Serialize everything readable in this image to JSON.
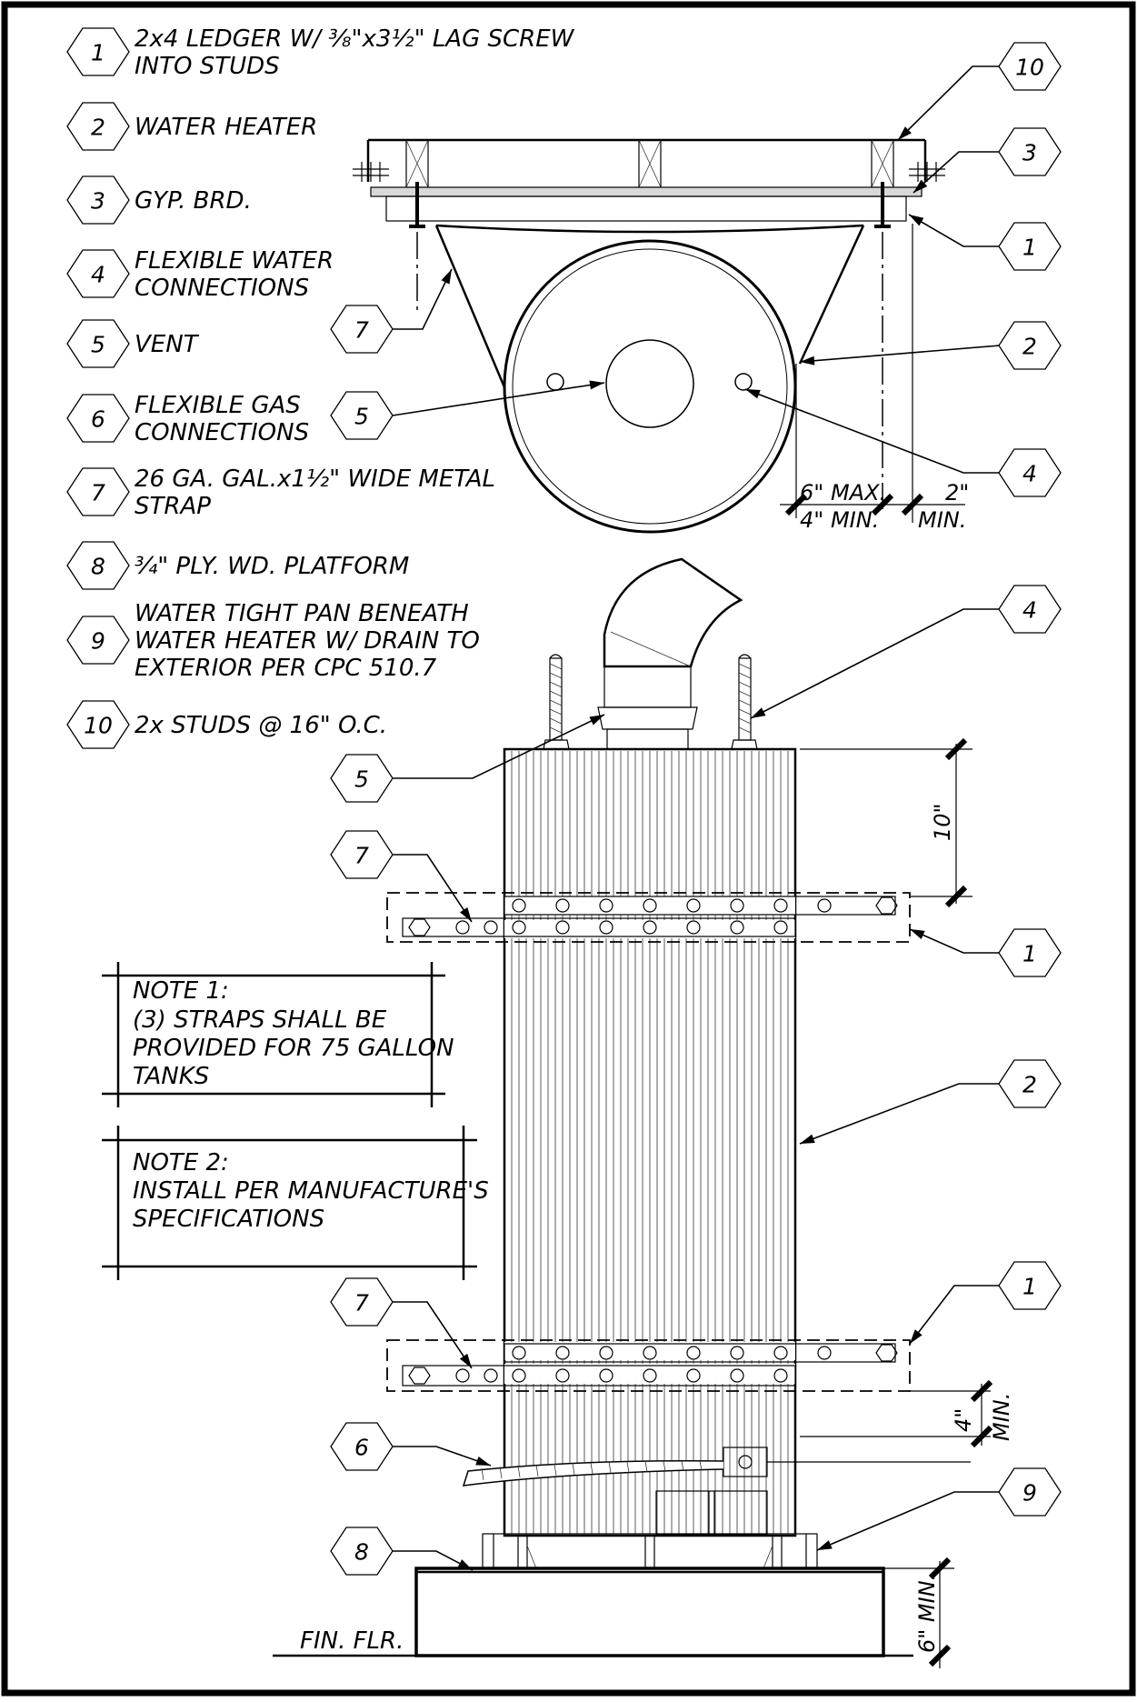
{
  "legend": [
    {
      "num": "1",
      "lines": [
        "2x4 LEDGER W/ ⅜\"x3½\" LAG SCREW",
        "INTO STUDS"
      ]
    },
    {
      "num": "2",
      "lines": [
        "WATER HEATER"
      ]
    },
    {
      "num": "3",
      "lines": [
        "GYP. BRD."
      ]
    },
    {
      "num": "4",
      "lines": [
        "FLEXIBLE WATER",
        "CONNECTIONS"
      ]
    },
    {
      "num": "5",
      "lines": [
        "VENT"
      ]
    },
    {
      "num": "6",
      "lines": [
        "FLEXIBLE GAS",
        "CONNECTIONS"
      ]
    },
    {
      "num": "7",
      "lines": [
        "26 GA. GAL.x1½\" WIDE METAL",
        "STRAP"
      ]
    },
    {
      "num": "8",
      "lines": [
        "¾\" PLY. WD. PLATFORM"
      ]
    },
    {
      "num": "9",
      "lines": [
        "WATER TIGHT PAN BENEATH",
        "WATER HEATER W/ DRAIN TO",
        "EXTERIOR PER CPC 510.7"
      ]
    },
    {
      "num": "10",
      "lines": [
        "2x STUDS @ 16\" O.C."
      ]
    }
  ],
  "notes": [
    {
      "lines": [
        "NOTE 1:",
        "(3) STRAPS SHALL BE",
        "PROVIDED FOR 75 GALLON",
        "TANKS"
      ]
    },
    {
      "lines": [
        "NOTE 2:",
        "INSTALL PER MANUFACTURE'S",
        "SPECIFICATIONS"
      ]
    }
  ],
  "plan_view": {
    "tags": [
      "10",
      "3",
      "1",
      "2",
      "4",
      "7",
      "5"
    ],
    "dims": {
      "max": "6\" MAX.",
      "min4": "4\" MIN.",
      "two": "2\"",
      "min2": "MIN."
    }
  },
  "elevation_view": {
    "tags": [
      "4",
      "5",
      "7",
      "1",
      "2",
      "7",
      "1",
      "6",
      "9",
      "8"
    ],
    "dims": {
      "ten": "10\"",
      "four": "4\"",
      "four_min": "MIN.",
      "six": "6\" MIN."
    },
    "floor_label": "FIN. FLR."
  }
}
